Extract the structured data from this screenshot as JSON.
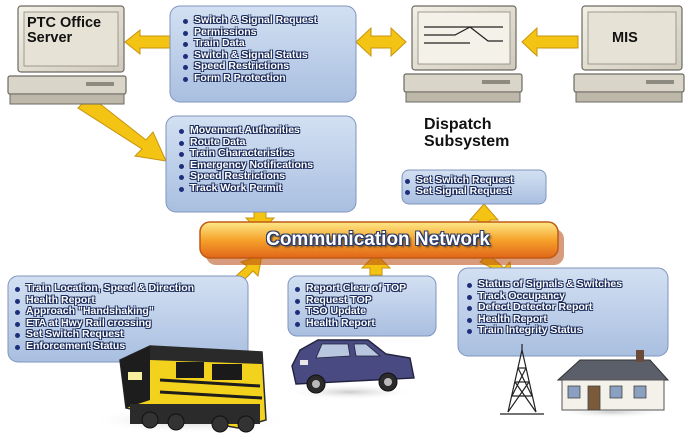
{
  "nodes": {
    "ptc_office_server": "PTC Office Server",
    "mis": "MIS",
    "dispatch_subsystem": "Dispatch Subsystem"
  },
  "network": {
    "title": "Communication Network"
  },
  "boxes": {
    "office_to_dispatch": [
      "Switch & Signal Request",
      "Permissions",
      "Train Data",
      "Switch & Signal Status",
      "Speed Restrictions",
      "Form R Protection"
    ],
    "office_to_network": [
      "Movement Authorities",
      "Route Data",
      "Train Characteristics",
      "Emergency Notifications",
      "Speed Restrictions",
      "Track Work Permit"
    ],
    "dispatch_to_network": [
      "Set Switch Request",
      "Set Signal Request"
    ],
    "locomotive": [
      "Train Location, Speed & Direction",
      "Health Report",
      "Approach \"Handshaking\"",
      "ETA at Hwy Rail crossing",
      "Set Switch Request",
      "Enforcement Status"
    ],
    "vehicle": [
      "Report Clear of TOP",
      "Request TOP",
      "TSO Update",
      "Health Report"
    ],
    "wayside": [
      "Status of Signals & Switches",
      "Track Occupancy",
      "Defect Detector Report",
      "Health Report",
      "Train Integrity Status"
    ]
  },
  "colors": {
    "box_fill": "#b9cbe6",
    "arrow": "#f3c20f",
    "network_orange": "#f08a1a",
    "network_yellow": "#fde173",
    "train_yellow": "#f2d21c"
  }
}
